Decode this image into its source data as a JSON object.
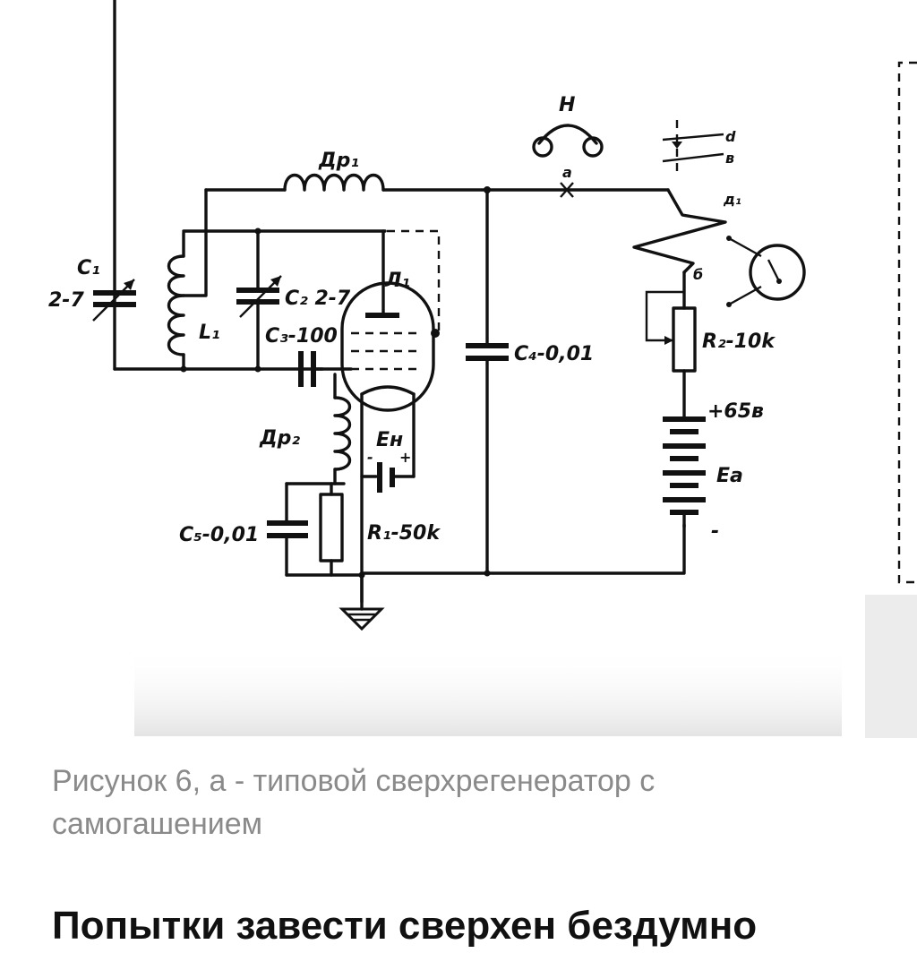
{
  "figure": {
    "labels": {
      "c1": "C₁",
      "c1_value": "2-7",
      "l1": "L₁",
      "c2": "C₂ 2-7",
      "c3": "C₃-100",
      "tube": "Л₁",
      "dr1": "Др₁",
      "dr2": "Др₂",
      "c4": "C₄-0,01",
      "c5": "C₅-0,01",
      "r1": "R₁-50k",
      "r2": "R₂-10k",
      "en": "Eн",
      "en_minus": "-",
      "en_plus": "+",
      "headphones": "H",
      "point_a": "a",
      "point_b": "б",
      "d1": "д₁",
      "sw_d": "d",
      "sw_b": "в",
      "plus_voltage": "+65в",
      "ea": "Eа",
      "minus": "-"
    }
  },
  "caption": "Рисунок 6, а - типовой сверхрегенератор с самогашением",
  "next_heading": "Попытки завести сверхен бездумно"
}
